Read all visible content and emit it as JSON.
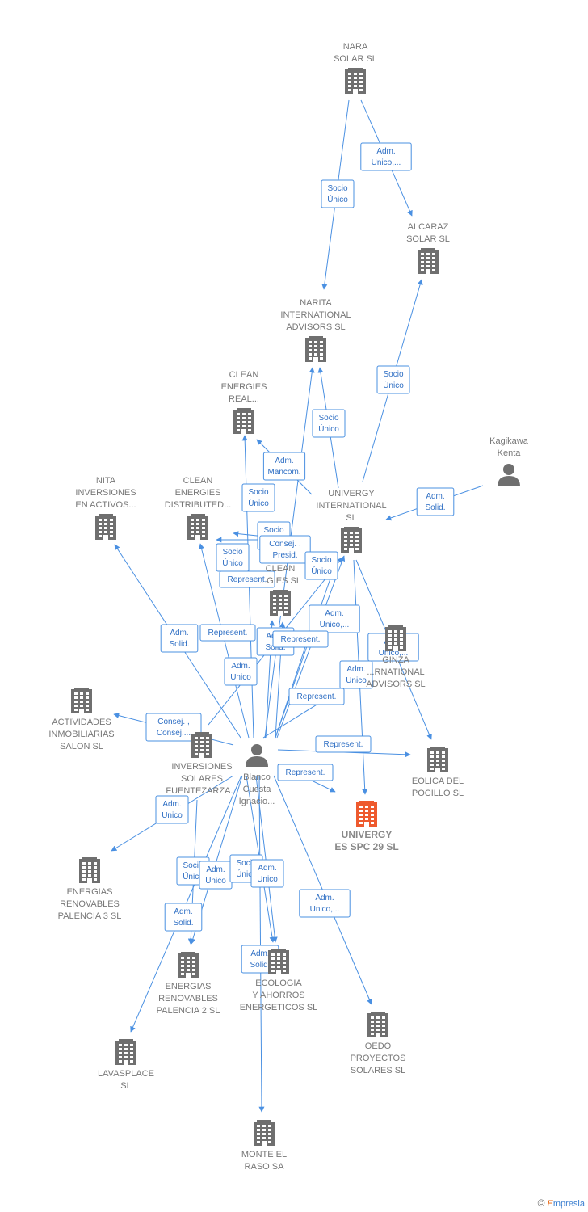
{
  "nodes": [
    {
      "id": "nara",
      "type": "company",
      "label": [
        "NARA",
        "SOLAR  SL"
      ]
    },
    {
      "id": "alcaraz",
      "type": "company",
      "label": [
        "ALCARAZ",
        "SOLAR SL"
      ]
    },
    {
      "id": "narita",
      "type": "company",
      "label": [
        "NARITA",
        "INTERNATIONAL",
        "ADVISORS  SL"
      ]
    },
    {
      "id": "cleanreal",
      "type": "company",
      "label": [
        "CLEAN",
        "ENERGIES",
        "REAL..."
      ]
    },
    {
      "id": "kagikawa",
      "type": "person",
      "label": [
        "Kagikawa",
        "Kenta"
      ]
    },
    {
      "id": "nita",
      "type": "company",
      "label": [
        "NITA",
        "INVERSIONES",
        "EN ACTIVOS..."
      ]
    },
    {
      "id": "cleandist",
      "type": "company",
      "label": [
        "CLEAN",
        "ENERGIES",
        "DISTRIBUTED..."
      ]
    },
    {
      "id": "univergyint",
      "type": "company",
      "label": [
        "UNIVERGY",
        "INTERNATIONAL",
        "SL"
      ]
    },
    {
      "id": "cleansl",
      "type": "company",
      "label": [
        "CLEAN",
        "...GIES SL"
      ]
    },
    {
      "id": "ginza",
      "type": "company",
      "label": [
        "GINZA",
        "...RNATIONAL",
        "ADVISORS  SL"
      ]
    },
    {
      "id": "actividades",
      "type": "company",
      "label": [
        "ACTIVIDADES",
        "INMOBILIARIAS",
        "SALON SL"
      ]
    },
    {
      "id": "inversiones",
      "type": "company",
      "label": [
        "INVERSIONES",
        "SOLARES",
        "FUENTEZARZA..."
      ]
    },
    {
      "id": "blanco",
      "type": "person",
      "label": [
        "Blanco",
        "Cuesta",
        "Ignacio..."
      ]
    },
    {
      "id": "eolica",
      "type": "company",
      "label": [
        "EOLICA DEL",
        "POCILLO SL"
      ]
    },
    {
      "id": "univergyspc",
      "type": "company_main",
      "label": [
        "UNIVERGY",
        "ES SPC 29  SL"
      ]
    },
    {
      "id": "energias3",
      "type": "company",
      "label": [
        "ENERGIAS",
        "RENOVABLES",
        "PALENCIA 3 SL"
      ]
    },
    {
      "id": "energias2",
      "type": "company",
      "label": [
        "ENERGIAS",
        "RENOVABLES",
        "PALENCIA 2 SL"
      ]
    },
    {
      "id": "ecologia",
      "type": "company",
      "label": [
        "ECOLOGIA",
        "Y AHORROS",
        "ENERGETICOS SL"
      ]
    },
    {
      "id": "oedo",
      "type": "company",
      "label": [
        "OEDO",
        "PROYECTOS",
        "SOLARES  SL"
      ]
    },
    {
      "id": "lavasplace",
      "type": "company",
      "label": [
        "LAVASPLACE",
        "SL"
      ]
    },
    {
      "id": "monte",
      "type": "company",
      "label": [
        "MONTE EL",
        "RASO SA"
      ]
    }
  ],
  "edges": [
    {
      "label": [
        "Socio",
        "Único"
      ]
    },
    {
      "label": [
        "Adm.",
        "Unico,..."
      ]
    },
    {
      "label": [
        "Socio",
        "Único"
      ]
    },
    {
      "label": [
        "Socio",
        "Único"
      ]
    },
    {
      "label": [
        "Adm.",
        "Solid."
      ]
    },
    {
      "label": [
        "Adm.",
        "Mancom."
      ]
    },
    {
      "label": [
        "Socio",
        "Único"
      ]
    },
    {
      "label": [
        "Socio",
        "Único"
      ]
    },
    {
      "label": [
        "Consej. ,",
        "Presid."
      ]
    },
    {
      "label": [
        "Socio",
        "Único"
      ]
    },
    {
      "label": [
        "Socio",
        "Único"
      ]
    },
    {
      "label": [
        "Represent."
      ]
    },
    {
      "label": [
        "Adm.",
        "Solid."
      ]
    },
    {
      "label": [
        "Represent."
      ]
    },
    {
      "label": [
        "Adm.",
        "Unico,..."
      ]
    },
    {
      "label": [
        "Adm.",
        "Solid."
      ]
    },
    {
      "label": [
        "Represent."
      ]
    },
    {
      "label": [
        "Adm.",
        "Unico"
      ]
    },
    {
      "label": [
        "Adm.",
        "Unico"
      ]
    },
    {
      "label": [
        "Adm.",
        "Unico,..."
      ]
    },
    {
      "label": [
        "Represent."
      ]
    },
    {
      "label": [
        "Consej. ,",
        "Consej...."
      ]
    },
    {
      "label": [
        "Represent."
      ]
    },
    {
      "label": [
        "Represent."
      ]
    },
    {
      "label": [
        "Adm.",
        "Unico"
      ]
    },
    {
      "label": [
        "Socio",
        "Único"
      ]
    },
    {
      "label": [
        "Adm.",
        "Unico"
      ]
    },
    {
      "label": [
        "Socio",
        "Único"
      ]
    },
    {
      "label": [
        "Adm.",
        "Unico"
      ]
    },
    {
      "label": [
        "Adm.",
        "Unico,..."
      ]
    },
    {
      "label": [
        "Adm.",
        "Solid."
      ]
    },
    {
      "label": [
        "Adm.",
        "Solid."
      ]
    }
  ],
  "footer": {
    "copyright": "©",
    "brand_first": "E",
    "brand_rest": "mpresia"
  }
}
